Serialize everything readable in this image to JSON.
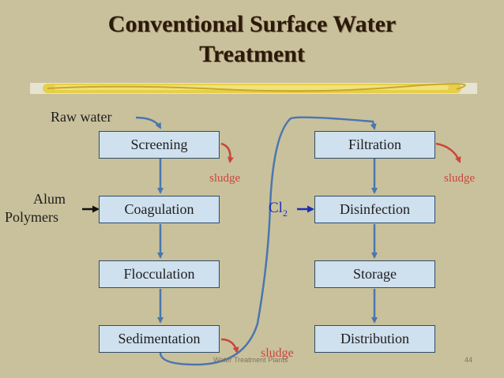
{
  "title": {
    "line1": "Conventional Surface Water",
    "line2": "Treatment"
  },
  "inputs": {
    "raw_water": "Raw water",
    "alum": "Alum",
    "polymers": "Polymers",
    "cl2_main": "Cl",
    "cl2_sub": "2"
  },
  "left_column": [
    "Screening",
    "Coagulation",
    "Flocculation",
    "Sedimentation"
  ],
  "right_column": [
    "Filtration",
    "Disinfection",
    "Storage",
    "Distribution"
  ],
  "sludge": {
    "screening": "sludge",
    "filtration": "sludge",
    "sedimentation": "sludge"
  },
  "footer": {
    "caption": "Water Treatment Plants",
    "page": "44"
  },
  "colors": {
    "box_fill": "#cfe0ee",
    "box_border": "#2f4c66",
    "arrow_blue": "#4a76b0",
    "sludge_red": "#c9473b",
    "cl2_blue": "#1a2fb8"
  }
}
